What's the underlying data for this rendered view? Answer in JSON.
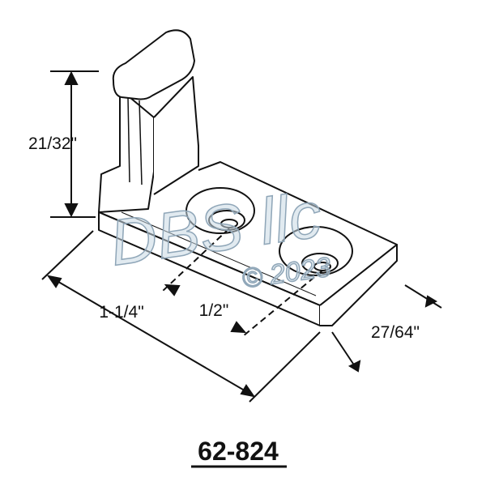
{
  "part_number": "62-824",
  "dimensions": {
    "height": "21/32\"",
    "length": "1-1/4\"",
    "hole_spacing": "1/2\"",
    "width": "27/64\""
  },
  "watermark": {
    "brand": "DBS llc",
    "copyright": "© 2023"
  },
  "colors": {
    "line": "#111111",
    "watermark": "#9fb4c4"
  }
}
